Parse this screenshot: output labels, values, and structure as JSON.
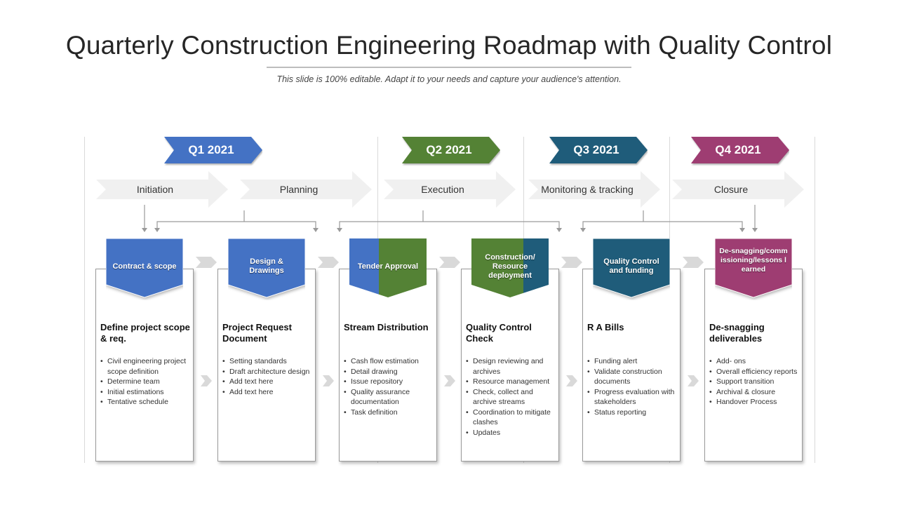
{
  "title": "Quarterly Construction  Engineering Roadmap with Quality Control",
  "subtitle": "This slide is 100% editable. Adapt it to your needs and capture your audience's attention.",
  "colors": {
    "blue": "#4472c4",
    "green": "#548235",
    "teal": "#1f5c7a",
    "purple": "#9e3d72",
    "phase_gray": "#f0f0f0",
    "arrow_gray": "#d9d9d9"
  },
  "quarters": [
    {
      "label": "Q1 2021",
      "color": "#4472c4"
    },
    {
      "label": "Q2 2021",
      "color": "#548235"
    },
    {
      "label": "Q3 2021",
      "color": "#1f5c7a"
    },
    {
      "label": "Q4 2021",
      "color": "#9e3d72"
    }
  ],
  "phases": [
    "Initiation",
    "Planning",
    "Execution",
    "Monitoring & tracking",
    "Closure"
  ],
  "stages": [
    {
      "tag": "Contract & scope",
      "colors": [
        "#4472c4"
      ],
      "title": "Define project scope & req.",
      "bullets": [
        "Civil engineering project scope definition",
        "Determine team",
        "Initial estimations",
        "Tentative schedule"
      ]
    },
    {
      "tag": "Design & Drawings",
      "colors": [
        "#4472c4"
      ],
      "title": "Project Request Document",
      "bullets": [
        "Setting standards",
        "Draft architecture design",
        "Add text here",
        "Add text here"
      ]
    },
    {
      "tag": "Tender Approval",
      "colors": [
        "#4472c4",
        "#548235"
      ],
      "title": "Stream Distribution",
      "bullets": [
        "Cash flow estimation",
        "Detail drawing",
        "Issue repository",
        "Quality  assurance documentation",
        "Task definition"
      ]
    },
    {
      "tag": "Construction/ Resource deployment",
      "colors": [
        "#548235",
        "#1f5c7a"
      ],
      "title": "Quality Control Check",
      "bullets": [
        "Design reviewing and archives",
        "Resource management",
        "Check, collect and archive streams",
        "Coordination  to mitigate clashes",
        "Updates"
      ]
    },
    {
      "tag": "Quality Control and funding",
      "colors": [
        "#1f5c7a"
      ],
      "title": "R A Bills",
      "bullets": [
        "Funding alert",
        "Validate construction documents",
        "Progress evaluation with stakeholders",
        "Status reporting"
      ]
    },
    {
      "tag": "De-snagging/commissioning/lessons learned",
      "colors": [
        "#9e3d72"
      ],
      "title": "De-snagging deliverables",
      "bullets": [
        "Add- ons",
        "Overall efficiency reports",
        "Support transition",
        "Archival & closure",
        "Handover Process"
      ]
    }
  ]
}
